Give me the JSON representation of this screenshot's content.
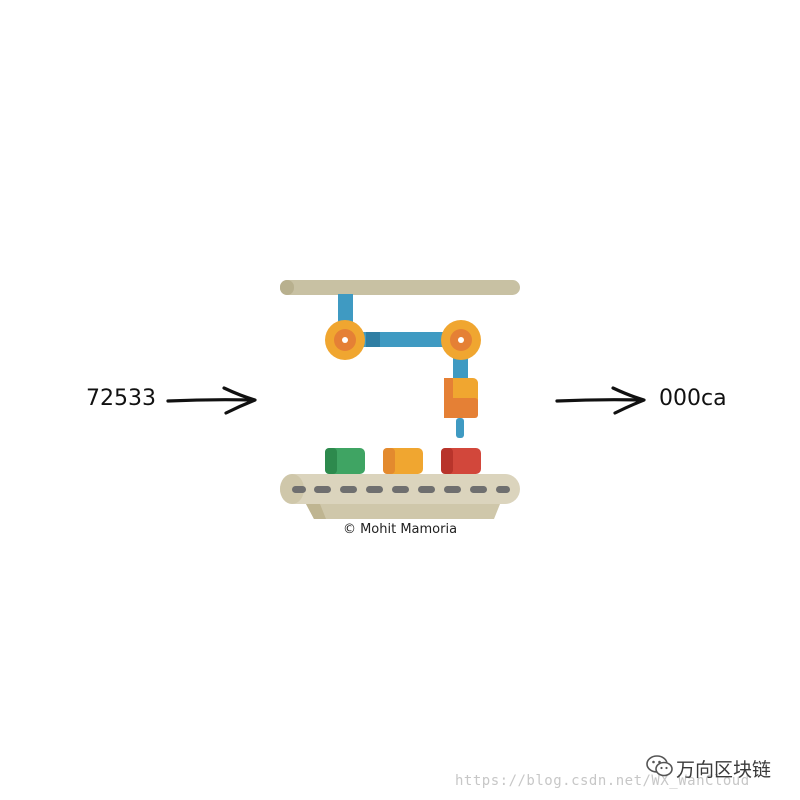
{
  "input": {
    "value": "72533"
  },
  "output": {
    "value": "000ca"
  },
  "credit": "© Mohit Mamoria",
  "watermark": {
    "url": "https://blog.csdn.net/WX_WanCloud",
    "brand": "万向区块链"
  },
  "colors": {
    "beam": "#c8c1a3",
    "arm": "#3f9ac2",
    "joint": "#f0a630",
    "joint_inner": "#e58035",
    "block_green": "#3fa463",
    "block_yellow": "#f0a630",
    "block_red": "#d2473b",
    "belt": "#dbd4bd",
    "belt_dash": "#6f6f6f"
  },
  "icons": [
    "robotic-arm-icon",
    "conveyor-belt-icon",
    "right-arrow-icon",
    "wechat-icon"
  ]
}
